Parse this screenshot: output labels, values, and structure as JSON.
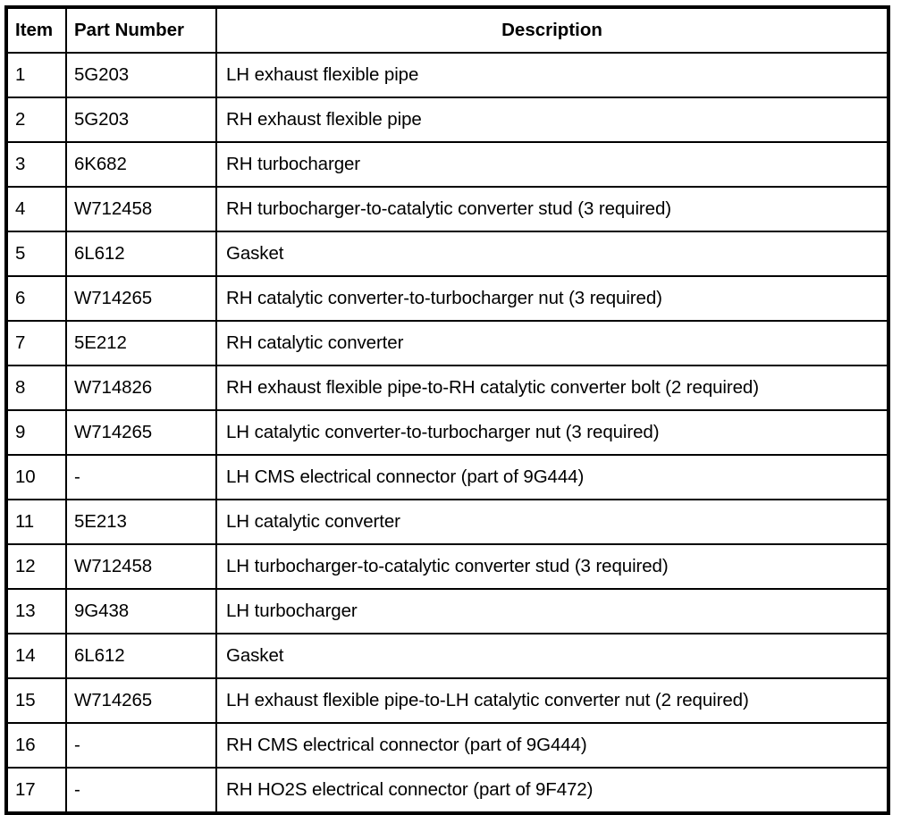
{
  "table": {
    "columns": [
      {
        "key": "item",
        "label": "Item",
        "align": "left"
      },
      {
        "key": "part_number",
        "label": "Part Number",
        "align": "left"
      },
      {
        "key": "description",
        "label": "Description",
        "align": "center"
      }
    ],
    "rows": [
      {
        "item": "1",
        "part_number": "5G203",
        "description": "LH exhaust flexible pipe"
      },
      {
        "item": "2",
        "part_number": "5G203",
        "description": "RH exhaust flexible pipe"
      },
      {
        "item": "3",
        "part_number": "6K682",
        "description": "RH turbocharger"
      },
      {
        "item": "4",
        "part_number": "W712458",
        "description": "RH turbocharger-to-catalytic converter stud (3 required)"
      },
      {
        "item": "5",
        "part_number": "6L612",
        "description": "Gasket"
      },
      {
        "item": "6",
        "part_number": "W714265",
        "description": "RH catalytic converter-to-turbocharger nut (3 required)"
      },
      {
        "item": "7",
        "part_number": "5E212",
        "description": "RH catalytic converter"
      },
      {
        "item": "8",
        "part_number": "W714826",
        "description": "RH exhaust flexible pipe-to-RH catalytic converter bolt (2 required)"
      },
      {
        "item": "9",
        "part_number": "W714265",
        "description": "LH catalytic converter-to-turbocharger nut (3 required)"
      },
      {
        "item": "10",
        "part_number": "-",
        "description": "LH CMS electrical connector (part of 9G444)"
      },
      {
        "item": "11",
        "part_number": "5E213",
        "description": "LH catalytic converter"
      },
      {
        "item": "12",
        "part_number": "W712458",
        "description": "LH turbocharger-to-catalytic converter stud (3 required)"
      },
      {
        "item": "13",
        "part_number": "9G438",
        "description": "LH turbocharger"
      },
      {
        "item": "14",
        "part_number": "6L612",
        "description": "Gasket"
      },
      {
        "item": "15",
        "part_number": "W714265",
        "description": "LH exhaust flexible pipe-to-LH catalytic converter nut (2 required)"
      },
      {
        "item": "16",
        "part_number": "-",
        "description": "RH CMS electrical connector (part of 9G444)"
      },
      {
        "item": "17",
        "part_number": "-",
        "description": "RH HO2S electrical connector (part of 9F472)"
      }
    ]
  },
  "style": {
    "border_color": "#000000",
    "text_color": "#000000",
    "background": "#ffffff"
  }
}
